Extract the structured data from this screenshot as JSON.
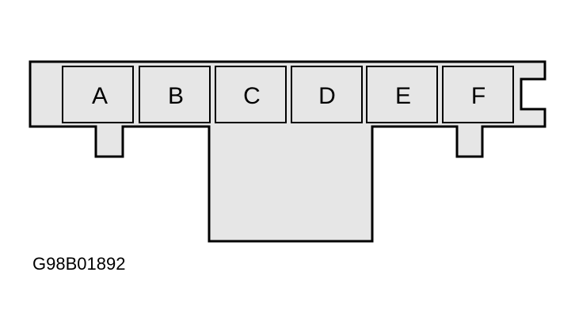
{
  "connector": {
    "pins": [
      "A",
      "B",
      "C",
      "D",
      "E",
      "F"
    ]
  },
  "figure": {
    "id": "G98B01892"
  }
}
